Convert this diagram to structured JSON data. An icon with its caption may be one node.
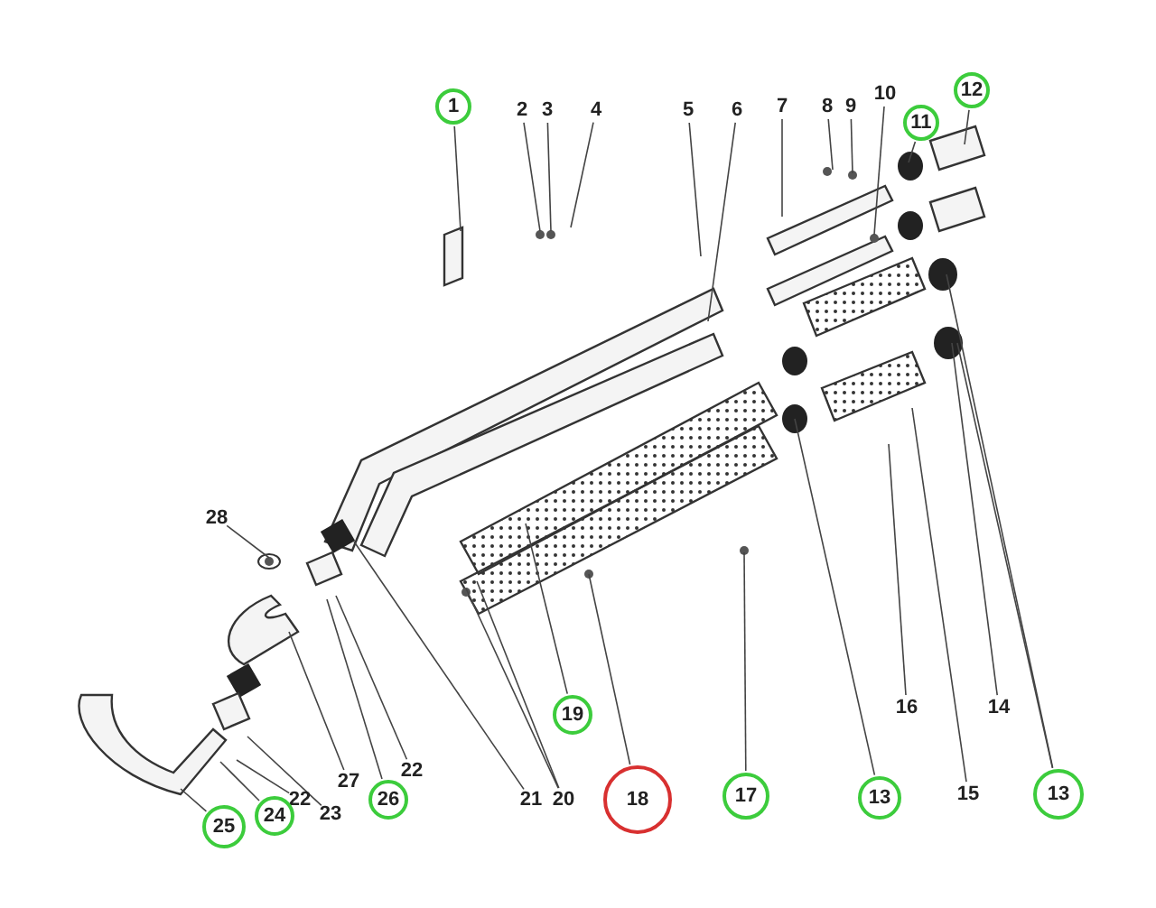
{
  "diagram": {
    "nodes": [
      {
        "text": [
          "1"
        ]
      },
      {
        "text": [
          "2"
        ]
      },
      {
        "text": [
          "3"
        ]
      },
      {
        "text": [
          "4"
        ]
      },
      {
        "text": [
          "5"
        ]
      },
      {
        "text": [
          "6"
        ]
      },
      {
        "text": [
          "7"
        ]
      },
      {
        "text": [
          "8"
        ]
      },
      {
        "text": [
          "9"
        ]
      },
      {
        "text": [
          "10"
        ]
      },
      {
        "text": [
          "11"
        ]
      },
      {
        "text": [
          "12"
        ]
      },
      {
        "text": [
          "28"
        ]
      },
      {
        "text": [
          "16"
        ]
      },
      {
        "text": [
          "14"
        ]
      },
      {
        "text": [
          "19"
        ]
      },
      {
        "text": [
          "22"
        ]
      },
      {
        "text": [
          "27"
        ]
      },
      {
        "text": [
          "22"
        ]
      },
      {
        "text": [
          "21"
        ]
      },
      {
        "text": [
          "20"
        ]
      },
      {
        "text": [
          "18"
        ]
      },
      {
        "text": [
          "17"
        ]
      },
      {
        "text": [
          "13"
        ]
      },
      {
        "text": [
          "15"
        ]
      },
      {
        "text": [
          "13"
        ]
      },
      {
        "text": [
          "23"
        ]
      },
      {
        "text": [
          "25"
        ]
      },
      {
        "text": [
          "24"
        ]
      },
      {
        "text": [
          "26"
        ]
      }
    ],
    "edges": [
      {
        "from": 0,
        "to": null,
        "arrow": "none"
      },
      {
        "from": 1,
        "to": null,
        "arrow": "none"
      },
      {
        "from": 2,
        "to": null,
        "arrow": "none"
      },
      {
        "from": 3,
        "to": null,
        "arrow": "none"
      },
      {
        "from": 4,
        "to": null,
        "arrow": "none"
      },
      {
        "from": 5,
        "to": null,
        "arrow": "none"
      },
      {
        "from": 6,
        "to": null,
        "arrow": "none"
      },
      {
        "from": 7,
        "to": null,
        "arrow": "none"
      },
      {
        "from": 8,
        "to": null,
        "arrow": "none"
      },
      {
        "from": 9,
        "to": null,
        "arrow": "none"
      },
      {
        "from": 10,
        "to": null,
        "arrow": "none"
      },
      {
        "from": 11,
        "to": null,
        "arrow": "none"
      },
      {
        "from": 12,
        "to": null,
        "arrow": "none"
      },
      {
        "from": 13,
        "to": null,
        "arrow": "none"
      },
      {
        "from": 14,
        "to": null,
        "arrow": "none"
      },
      {
        "from": 15,
        "to": null,
        "arrow": "none"
      },
      {
        "from": 16,
        "to": null,
        "arrow": "none"
      },
      {
        "from": 17,
        "to": null,
        "arrow": "none"
      },
      {
        "from": 18,
        "to": null,
        "arrow": "none"
      },
      {
        "from": 19,
        "to": null,
        "arrow": "none"
      },
      {
        "from": 20,
        "to": null,
        "arrow": "none"
      },
      {
        "from": 20,
        "to": null,
        "arrow": "none"
      },
      {
        "from": 21,
        "to": null,
        "arrow": "none"
      },
      {
        "from": 22,
        "to": null,
        "arrow": "none"
      },
      {
        "from": 23,
        "to": null,
        "arrow": "none"
      },
      {
        "from": 24,
        "to": null,
        "arrow": "none"
      },
      {
        "from": 25,
        "to": null,
        "arrow": "none"
      },
      {
        "from": 25,
        "to": null,
        "arrow": "none"
      },
      {
        "from": 26,
        "to": null,
        "arrow": "none"
      },
      {
        "from": 27,
        "to": null,
        "arrow": "none"
      },
      {
        "from": 28,
        "to": null,
        "arrow": "none"
      },
      {
        "from": 29,
        "to": null,
        "arrow": "none"
      }
    ]
  }
}
